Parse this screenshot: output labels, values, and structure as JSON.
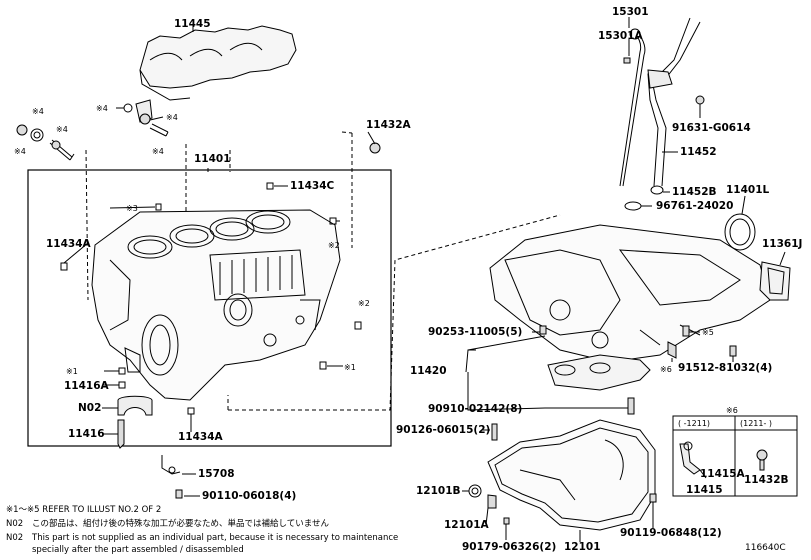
{
  "diagram_code": "116640C",
  "parts": {
    "p11445": "11445",
    "p15301": "15301",
    "p15301A": "15301A",
    "p11432A": "11432A",
    "p91631": "91631-G0614",
    "p11452": "11452",
    "p11401": "11401",
    "p11434C": "11434C",
    "p11452B": "11452B",
    "p96761": "96761-24020",
    "p11401L": "11401L",
    "p11361J": "11361J",
    "p11434A_left": "11434A",
    "p11434A_bottom": "11434A",
    "p11416A": "11416A",
    "pN02": "N02",
    "p11416": "11416",
    "p15708": "15708",
    "p90110": "90110-06018(4)",
    "p90253": "90253-11005(5)",
    "p11420": "11420",
    "p90910": "90910-02142(8)",
    "p91512": "91512-81032(4)",
    "p90126": "90126-06015(2)",
    "p12101B": "12101B",
    "p12101A": "12101A",
    "p90179": "90179-06326(2)",
    "p12101": "12101",
    "p90119": "90119-06848(12)",
    "p11415A": "11415A",
    "p11415": "11415",
    "p11432B": "11432B"
  },
  "marks": {
    "m4a": "※4",
    "m4b": "※4",
    "m4c": "※4",
    "m4d": "※4",
    "m4e": "※4",
    "m4f": "※4",
    "m3": "※3",
    "m2a": "※2",
    "m2b": "※2",
    "m1a": "※1",
    "m1b": "※1",
    "m5": "※5",
    "m6": "※6",
    "m6box": "※6"
  },
  "legend": {
    "col1": "(    -1211)",
    "col2": "(1211-    )"
  },
  "notes": {
    "n1": "※1～※5 REFER TO ILLUST NO.2 OF 2",
    "n2_code": "N02",
    "n2_jp": "この部品は、組付け後の特殊な加工が必要なため、単品では補給していません",
    "n3_code": "N02",
    "n3_en1": "This part is not supplied as an individual part, because it is necessary to maintenance",
    "n3_en2": "specially after the part assembled / disassembled"
  }
}
